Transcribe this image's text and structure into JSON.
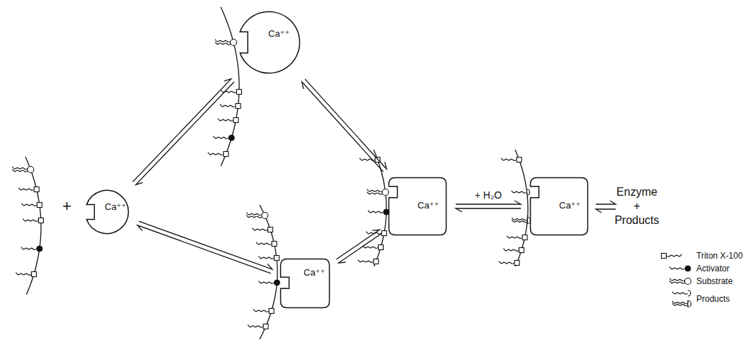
{
  "diagram": {
    "nodes": [
      {
        "text": [
          "Ca⁺⁺"
        ]
      },
      {
        "text": [
          "Ca⁺⁺"
        ]
      },
      {
        "text": [
          "Ca⁺⁺"
        ]
      },
      {
        "text": [
          "Ca⁺⁺"
        ]
      },
      {
        "text": [
          "Ca⁺⁺"
        ]
      }
    ],
    "edges": [
      {
        "from": 0,
        "to": 1,
        "arrow": "both"
      },
      {
        "from": 0,
        "to": 2,
        "arrow": "both"
      },
      {
        "from": 1,
        "to": 3,
        "arrow": "both"
      },
      {
        "from": 2,
        "to": 3,
        "arrow": "both"
      },
      {
        "from": 3,
        "to": 4,
        "label": "+ H₂O",
        "arrow": "both"
      }
    ],
    "labels": [
      "+",
      "Enzyme + Products"
    ],
    "legend": [
      {
        "text": "Triton X-100"
      },
      {
        "text": "Activator"
      },
      {
        "text": "Substrate"
      },
      {
        "text": "Products"
      }
    ]
  }
}
